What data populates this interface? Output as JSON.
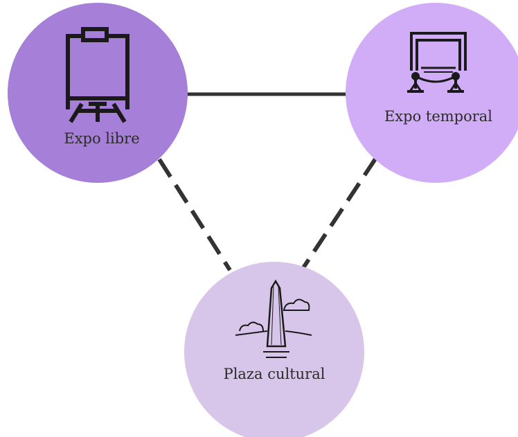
{
  "nodes": {
    "expo_libre": {
      "label": "Expo libre",
      "color": "#a67fd9",
      "icon": "easel-icon"
    },
    "expo_temporal": {
      "label": "Expo temporal",
      "color": "#d2adf7",
      "icon": "exhibition-frame-icon"
    },
    "plaza_cultural": {
      "label": "Plaza cultural",
      "color": "#d8c5ea",
      "icon": "obelisk-icon"
    }
  },
  "edges": [
    {
      "from": "expo_libre",
      "to": "expo_temporal",
      "style": "solid"
    },
    {
      "from": "expo_libre",
      "to": "plaza_cultural",
      "style": "dashed"
    },
    {
      "from": "expo_temporal",
      "to": "plaza_cultural",
      "style": "dashed"
    }
  ],
  "colors": {
    "line": "#333333",
    "icon": "#1a1a1a"
  }
}
